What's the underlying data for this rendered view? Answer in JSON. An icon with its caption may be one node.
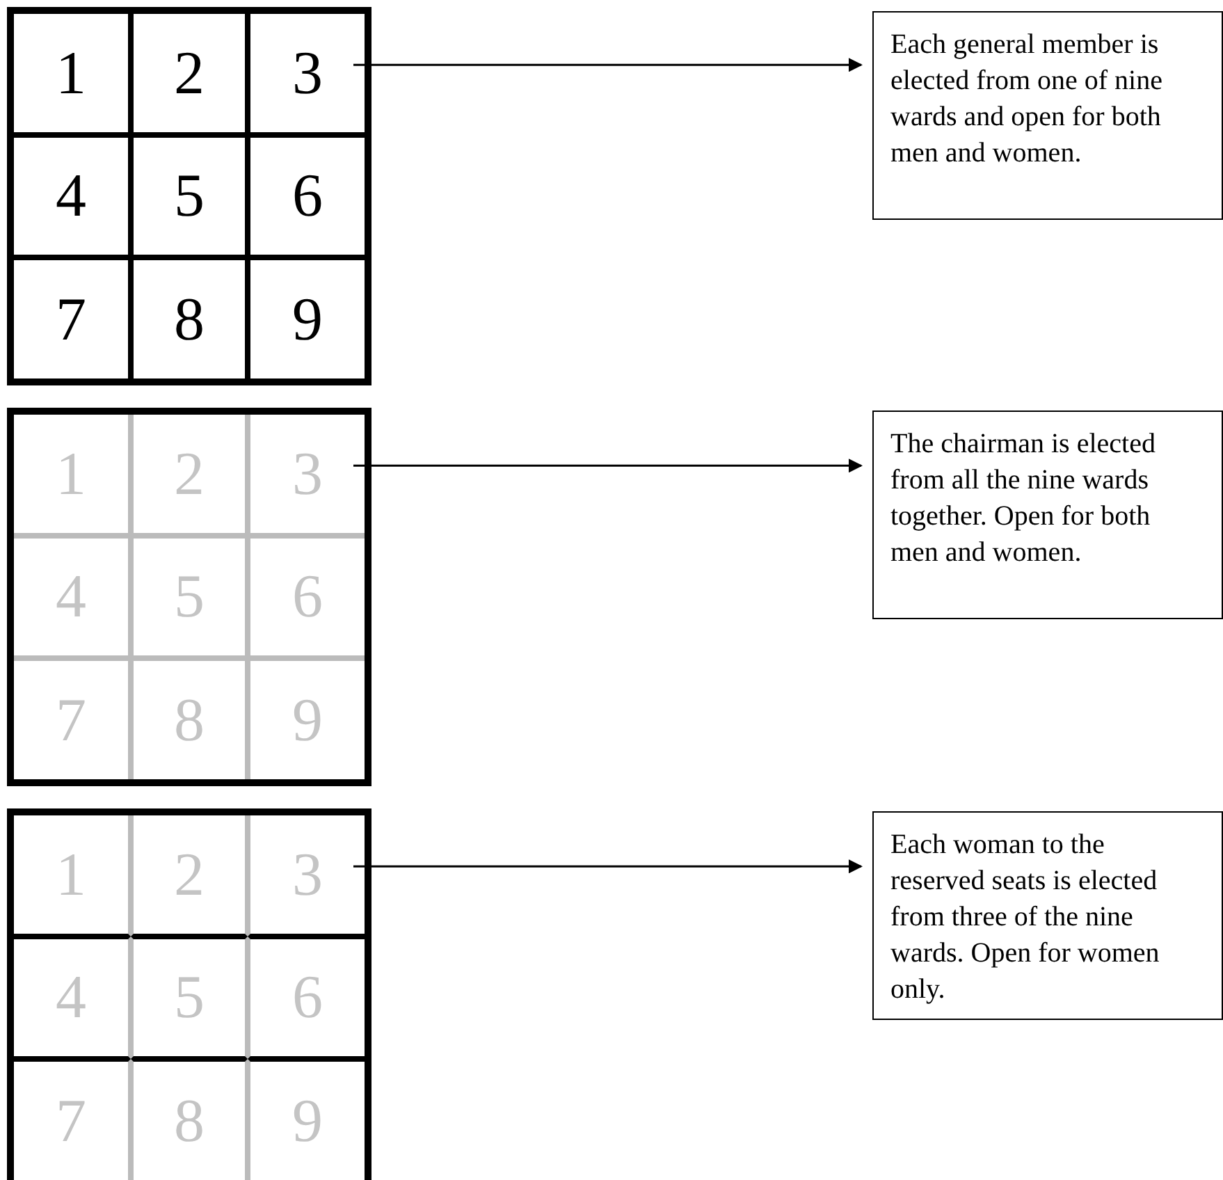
{
  "diagram": {
    "nodes": [
      {
        "text": [],
        "shape": "box"
      },
      {
        "text": [
          "1"
        ],
        "in": 0
      },
      {
        "text": [
          "2"
        ],
        "in": 0
      },
      {
        "text": [
          "3"
        ],
        "in": 0
      },
      {
        "text": [
          "4"
        ],
        "in": 0
      },
      {
        "text": [
          "5"
        ],
        "in": 0
      },
      {
        "text": [
          "6"
        ],
        "in": 0
      },
      {
        "text": [
          "7"
        ],
        "in": 0
      },
      {
        "text": [
          "8"
        ],
        "in": 0
      },
      {
        "text": [
          "9"
        ],
        "in": 0
      },
      {
        "text": [
          "Each general member is elected from one of nine wards and open for both men and women."
        ]
      },
      {
        "text": [],
        "shape": "box"
      },
      {
        "text": [
          "1"
        ],
        "in": 11
      },
      {
        "text": [
          "2"
        ],
        "in": 11
      },
      {
        "text": [
          "3"
        ],
        "in": 11
      },
      {
        "text": [
          "4"
        ],
        "in": 11
      },
      {
        "text": [
          "5"
        ],
        "in": 11
      },
      {
        "text": [
          "6"
        ],
        "in": 11
      },
      {
        "text": [
          "7"
        ],
        "in": 11
      },
      {
        "text": [
          "8"
        ],
        "in": 11
      },
      {
        "text": [
          "9"
        ],
        "in": 11
      },
      {
        "text": [
          "The chairman is elected from all the nine wards together. Open for both men and women."
        ]
      },
      {
        "text": [],
        "shape": "box"
      },
      {
        "text": [
          "1"
        ],
        "in": 22
      },
      {
        "text": [
          "2"
        ],
        "in": 22
      },
      {
        "text": [
          "3"
        ],
        "in": 22
      },
      {
        "text": [
          "4"
        ],
        "in": 22
      },
      {
        "text": [
          "5"
        ],
        "in": 22
      },
      {
        "text": [
          "6"
        ],
        "in": 22
      },
      {
        "text": [
          "7"
        ],
        "in": 22
      },
      {
        "text": [
          "8"
        ],
        "in": 22
      },
      {
        "text": [
          "9"
        ],
        "in": 22
      },
      {
        "text": [
          "Each woman to the reserved seats is elected from three of the nine wards. Open for women only."
        ]
      }
    ],
    "edges": [
      {
        "from": 3,
        "to": 10,
        "arrow": "to"
      },
      {
        "from": 14,
        "to": 21,
        "arrow": "to"
      },
      {
        "from": 25,
        "to": 32,
        "arrow": "to"
      }
    ]
  }
}
